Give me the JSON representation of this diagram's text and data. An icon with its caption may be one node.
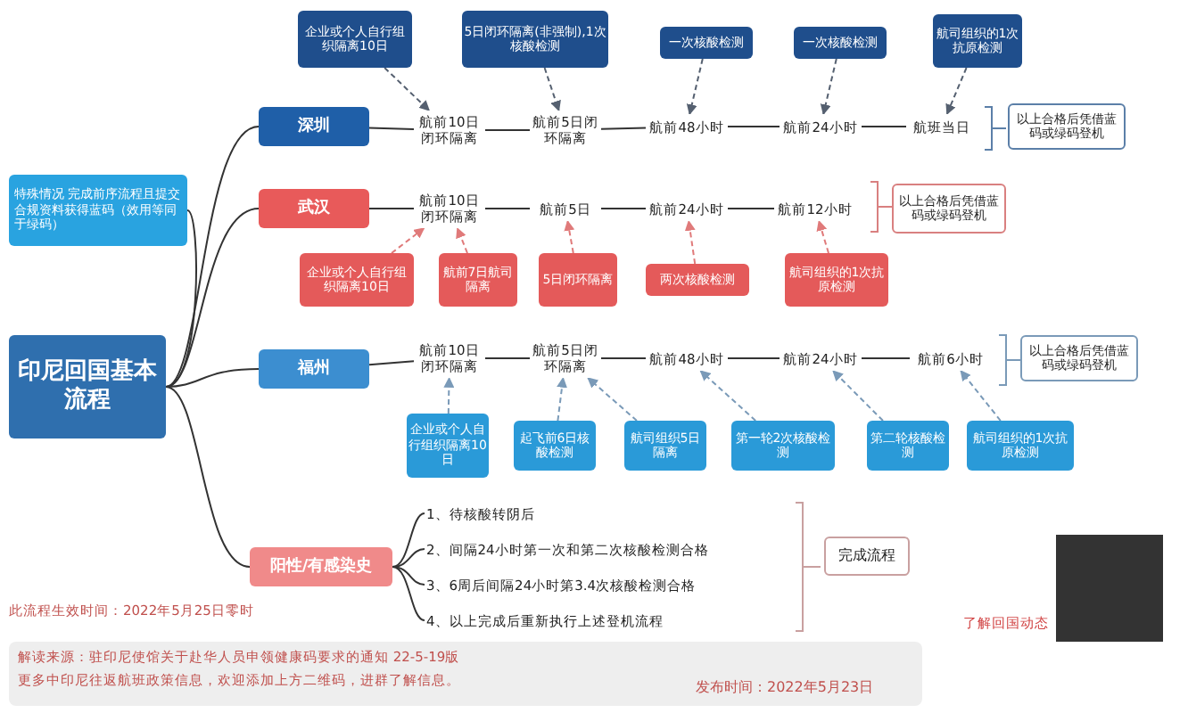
{
  "diagram": {
    "nodes": [
      {
        "text": [
          "特殊情况 完成前序流程且提交合规资料获得蓝码（效用等同于绿码）"
        ]
      },
      {
        "text": [
          "印尼回国基本流程"
        ]
      },
      {
        "text": [
          "企业或个人自行组织隔离10日"
        ]
      },
      {
        "text": [
          "5日闭环隔离(非强制),1次核酸检测"
        ]
      },
      {
        "text": [
          "一次核酸检测"
        ]
      },
      {
        "text": [
          "一次核酸检测"
        ]
      },
      {
        "text": [
          "航司组织的1次抗原检测"
        ]
      },
      {
        "text": [
          "深圳"
        ]
      },
      {
        "text": [
          "航前10日闭环隔离"
        ]
      },
      {
        "text": [
          "航前5日闭环隔离"
        ]
      },
      {
        "text": [
          "航前48小时"
        ]
      },
      {
        "text": [
          "航前24小时"
        ]
      },
      {
        "text": [
          "航班当日"
        ]
      },
      {
        "text": [
          "以上合格后凭借蓝码或绿码登机"
        ]
      },
      {
        "text": [
          "武汉"
        ]
      },
      {
        "text": [
          "航前10日闭环隔离"
        ]
      },
      {
        "text": [
          "航前5日"
        ]
      },
      {
        "text": [
          "航前24小时"
        ]
      },
      {
        "text": [
          "航前12小时"
        ]
      },
      {
        "text": [
          "以上合格后凭借蓝码或绿码登机"
        ]
      },
      {
        "text": [
          "企业或个人自行组织隔离10日"
        ]
      },
      {
        "text": [
          "航前7日航司隔离"
        ]
      },
      {
        "text": [
          "5日闭环隔离"
        ]
      },
      {
        "text": [
          "两次核酸检测"
        ]
      },
      {
        "text": [
          "航司组织的1次抗原检测"
        ]
      },
      {
        "text": [
          "福州"
        ]
      },
      {
        "text": [
          "航前10日闭环隔离"
        ]
      },
      {
        "text": [
          "航前5日闭环隔离"
        ]
      },
      {
        "text": [
          "航前48小时"
        ]
      },
      {
        "text": [
          "航前24小时"
        ]
      },
      {
        "text": [
          "航前6小时"
        ]
      },
      {
        "text": [
          "以上合格后凭借蓝码或绿码登机"
        ]
      },
      {
        "text": [
          "企业或个人自行组织隔离10日"
        ]
      },
      {
        "text": [
          "起飞前6日核酸检测"
        ]
      },
      {
        "text": [
          "航司组织5日隔离"
        ]
      },
      {
        "text": [
          "第一轮2次核酸检测"
        ]
      },
      {
        "text": [
          "第二轮核酸检测"
        ]
      },
      {
        "text": [
          "航司组织的1次抗原检测"
        ]
      },
      {
        "text": [
          "阳性/有感染史"
        ]
      },
      {
        "text": [
          "1、待核酸转阴后"
        ]
      },
      {
        "text": [
          "2、间隔24小时第一次和第二次核酸检测合格"
        ]
      },
      {
        "text": [
          "3、6周后间隔24小时第3.4次核酸检测合格"
        ]
      },
      {
        "text": [
          "4、以上完成后重新执行上述登机流程"
        ]
      },
      {
        "text": [
          "完成流程"
        ]
      }
    ],
    "edges": [
      {
        "from": 1,
        "to": 0,
        "arrow": "none"
      },
      {
        "from": 1,
        "to": 7,
        "arrow": "none"
      },
      {
        "from": 1,
        "to": 14,
        "arrow": "none"
      },
      {
        "from": 1,
        "to": 25,
        "arrow": "none"
      },
      {
        "from": 1,
        "to": 38,
        "arrow": "none"
      },
      {
        "from": 7,
        "to": 8,
        "arrow": "none"
      },
      {
        "from": 8,
        "to": 9,
        "arrow": "none"
      },
      {
        "from": 9,
        "to": 10,
        "arrow": "none"
      },
      {
        "from": 10,
        "to": 11,
        "arrow": "none"
      },
      {
        "from": 11,
        "to": 12,
        "arrow": "none"
      },
      {
        "from": 2,
        "to": 8,
        "arrow": "to",
        "style": "dashed"
      },
      {
        "from": 3,
        "to": 9,
        "arrow": "to",
        "style": "dashed"
      },
      {
        "from": 4,
        "to": 10,
        "arrow": "to",
        "style": "dashed"
      },
      {
        "from": 5,
        "to": 11,
        "arrow": "to",
        "style": "dashed"
      },
      {
        "from": 6,
        "to": 12,
        "arrow": "to",
        "style": "dashed"
      },
      {
        "from": 14,
        "to": 15,
        "arrow": "none"
      },
      {
        "from": 15,
        "to": 16,
        "arrow": "none"
      },
      {
        "from": 16,
        "to": 17,
        "arrow": "none"
      },
      {
        "from": 17,
        "to": 18,
        "arrow": "none"
      },
      {
        "from": 20,
        "to": 15,
        "arrow": "to",
        "style": "dashed",
        "color": "#e07a7a"
      },
      {
        "from": 21,
        "to": 15,
        "arrow": "to",
        "style": "dashed",
        "color": "#e07a7a"
      },
      {
        "from": 22,
        "to": 16,
        "arrow": "to",
        "style": "dashed",
        "color": "#e07a7a"
      },
      {
        "from": 23,
        "to": 17,
        "arrow": "to",
        "style": "dashed",
        "color": "#e07a7a"
      },
      {
        "from": 24,
        "to": 18,
        "arrow": "to",
        "style": "dashed",
        "color": "#e07a7a"
      },
      {
        "from": 25,
        "to": 26,
        "arrow": "none"
      },
      {
        "from": 26,
        "to": 27,
        "arrow": "none"
      },
      {
        "from": 27,
        "to": 28,
        "arrow": "none"
      },
      {
        "from": 28,
        "to": 29,
        "arrow": "none"
      },
      {
        "from": 29,
        "to": 30,
        "arrow": "none"
      },
      {
        "from": 32,
        "to": 26,
        "arrow": "to",
        "style": "dashed",
        "color": "#7a9ab8"
      },
      {
        "from": 33,
        "to": 27,
        "arrow": "to",
        "style": "dashed",
        "color": "#7a9ab8"
      },
      {
        "from": 34,
        "to": 27,
        "arrow": "to",
        "style": "dashed",
        "color": "#7a9ab8"
      },
      {
        "from": 35,
        "to": 28,
        "arrow": "to",
        "style": "dashed",
        "color": "#7a9ab8"
      },
      {
        "from": 36,
        "to": 29,
        "arrow": "to",
        "style": "dashed",
        "color": "#7a9ab8"
      },
      {
        "from": 37,
        "to": 30,
        "arrow": "to",
        "style": "dashed",
        "color": "#7a9ab8"
      },
      {
        "from": 38,
        "to": 39,
        "arrow": "none"
      },
      {
        "from": 38,
        "to": 40,
        "arrow": "none"
      },
      {
        "from": 38,
        "to": 41,
        "arrow": "none"
      },
      {
        "from": 38,
        "to": 42,
        "arrow": "none"
      }
    ],
    "labels": [
      "此流程生效时间：2022年5月25日零时",
      "解读来源：驻印尼使馆关于赴华人员申领健康码要求的通知 22-5-19版",
      "更多中印尼往返航班政策信息，欢迎添加上方二维码，进群了解信息。",
      "发布时间：2022年5月23日",
      "了解回国动态"
    ]
  }
}
